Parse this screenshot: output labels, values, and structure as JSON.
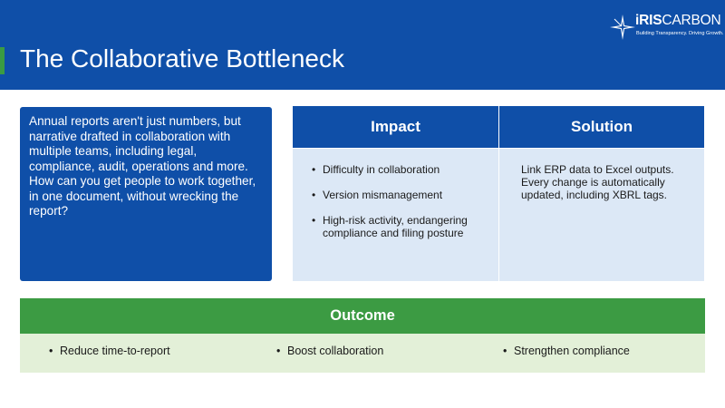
{
  "slide": {
    "title": "The Collaborative Bottleneck",
    "colors": {
      "primary_blue": "#0f4fa8",
      "accent_green": "#3c9b43",
      "light_blue": "#dce8f6",
      "light_green": "#e3f0d8"
    }
  },
  "logo": {
    "word_bold": "iRIS",
    "word_regular": "CARBON",
    "tagline": "Building Transparency. Driving Growth.",
    "icon": "star-burst-icon"
  },
  "question": {
    "text": "Annual reports aren't just numbers, but narrative drafted in collaboration with multiple teams, including legal, compliance, audit, operations and more. How can you get people to work together, in one document, without wrecking the report?"
  },
  "table": {
    "impact_header": "Impact",
    "solution_header": "Solution",
    "bullet": "•",
    "impact_items": [
      "Difficulty in collaboration",
      "Version mismanagement",
      "High-risk activity, endangering compliance and filing posture"
    ],
    "solution_text": "Link ERP data to Excel outputs. Every change is automatically updated, including XBRL tags."
  },
  "outcome": {
    "header": "Outcome",
    "items": [
      "Reduce time-to-report",
      "Boost collaboration",
      "Strengthen compliance"
    ]
  }
}
